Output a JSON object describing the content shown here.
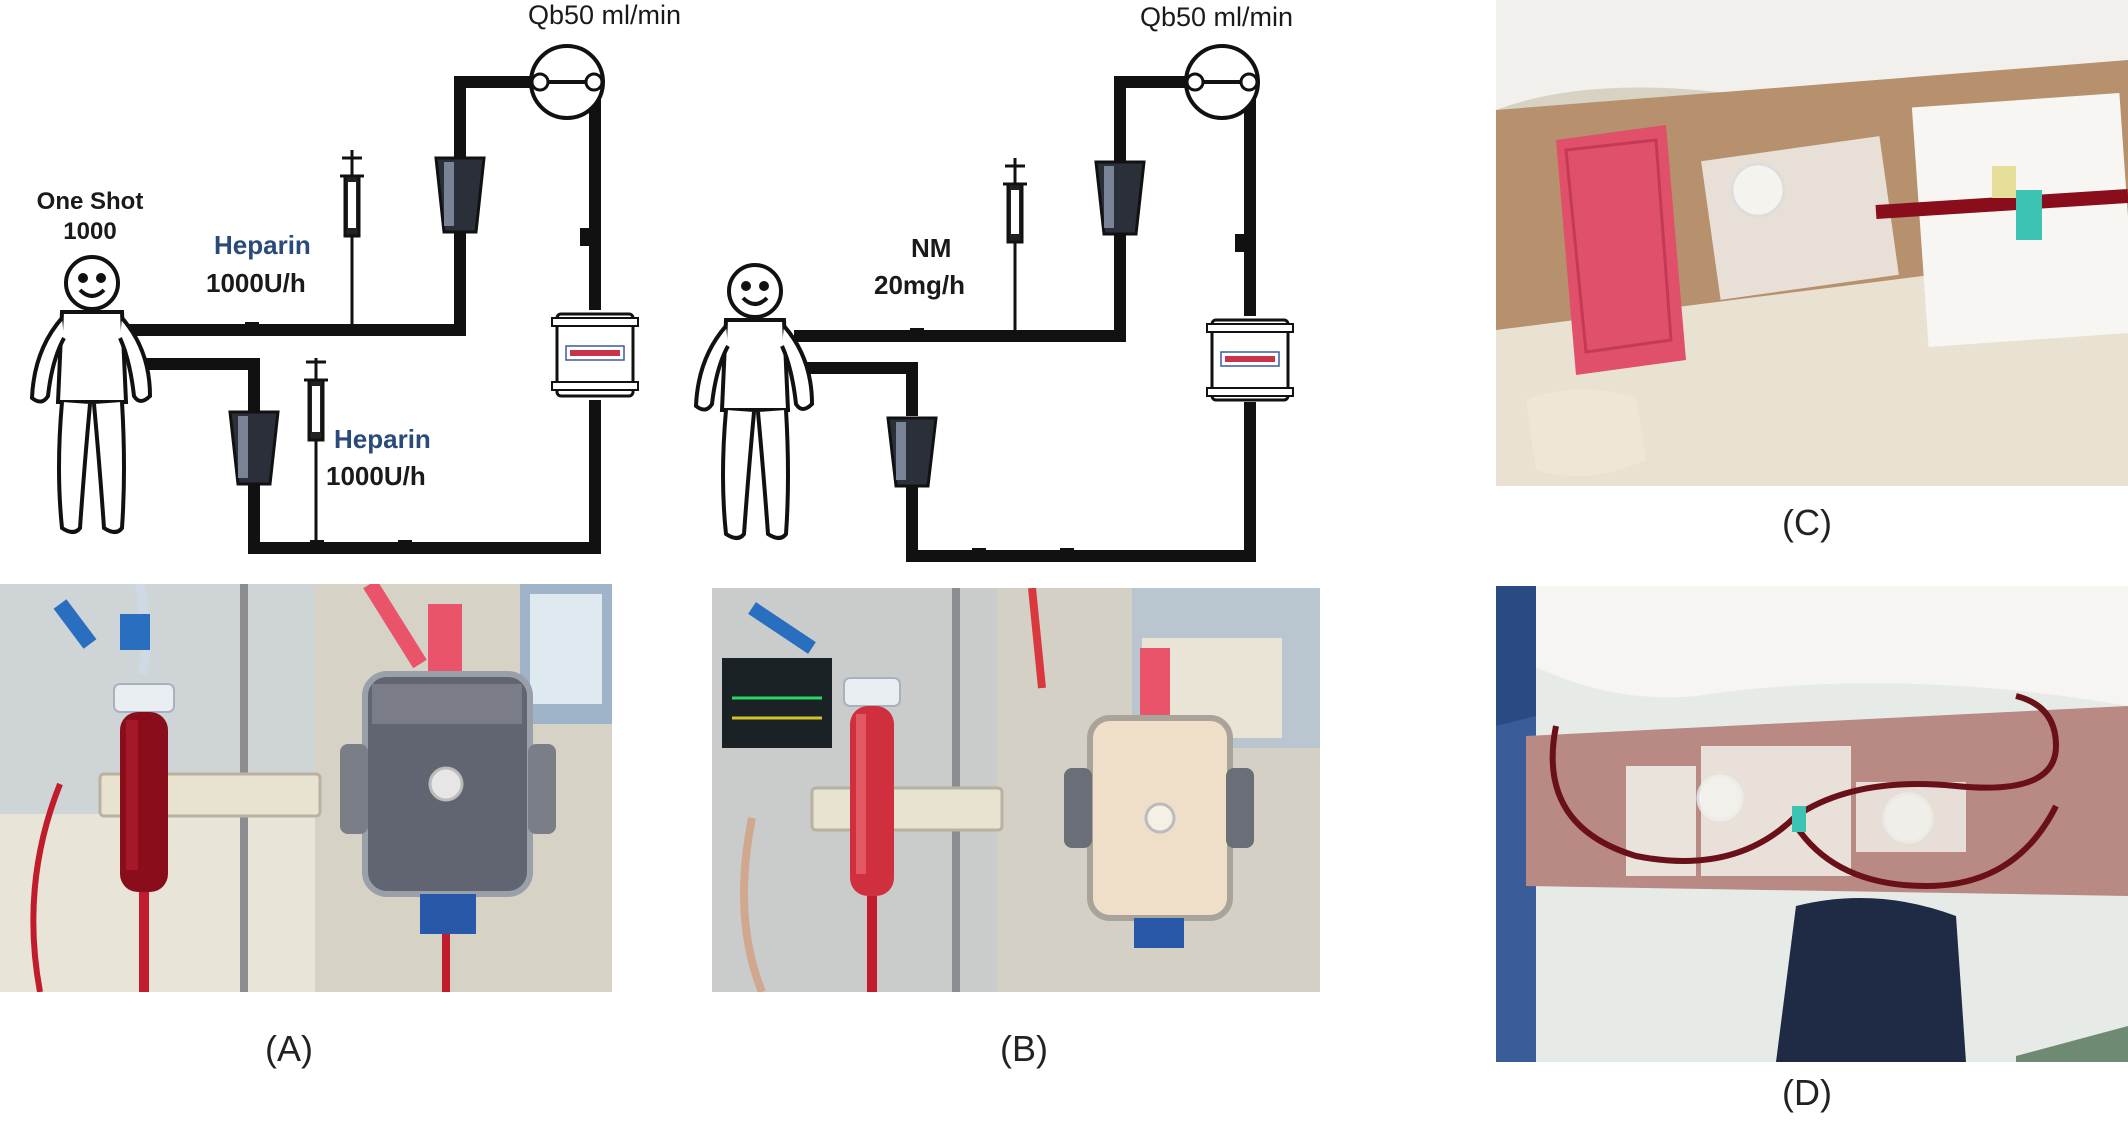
{
  "panel_a": {
    "pump_label": "Qb50 ml/min",
    "bolus_line1": "One Shot",
    "bolus_line2": "1000",
    "upper_drug_name": "Heparin",
    "upper_drug_rate": "1000U/h",
    "lower_drug_name": "Heparin",
    "lower_drug_rate": "1000U/h",
    "letter": "(A)"
  },
  "panel_b": {
    "pump_label": "Qb50 ml/min",
    "drug_name": "NM",
    "drug_rate": "20mg/h",
    "letter": "(B)"
  },
  "panel_c": {
    "letter": "(C)"
  },
  "panel_d": {
    "letter": "(D)"
  },
  "colors": {
    "circuit": "#111111",
    "drug_title": "#2a4a7a",
    "wristband": "#e04a64",
    "blood": "#9c1020",
    "filter_a_fill": "#5a5c68",
    "filter_b_fill": "#ead9c4"
  }
}
